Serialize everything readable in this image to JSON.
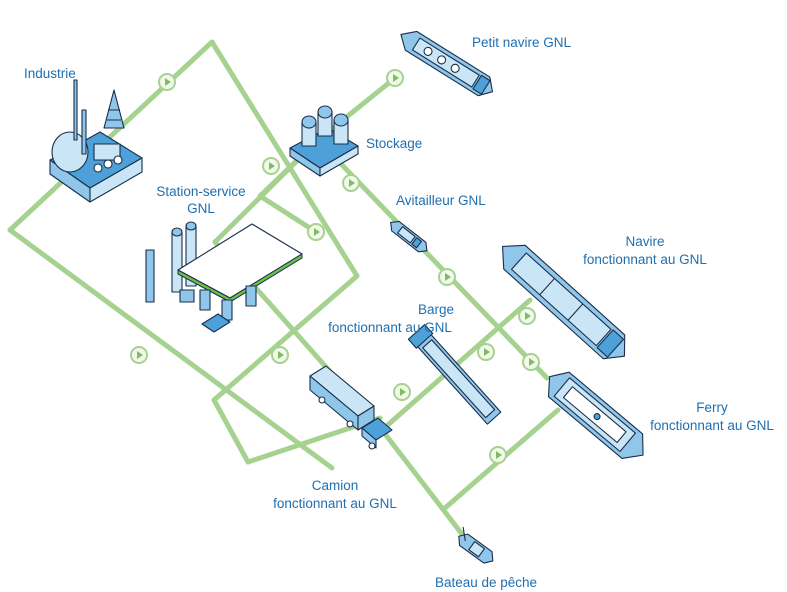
{
  "labels": {
    "industrie": "Industrie",
    "petit_navire": "Petit navire GNL",
    "stockage": "Stockage",
    "station_l1": "Station-service",
    "station_l2": "GNL",
    "avitailleur": "Avitailleur GNL",
    "navire_l1": "Navire",
    "navire_l2": "fonctionnant au GNL",
    "barge_l1": "Barge",
    "barge_l2": "fonctionnant au GNL",
    "ferry_l1": "Ferry",
    "ferry_l2": "fonctionnant au GNL",
    "camion_l1": "Camion",
    "camion_l2": "fonctionnant au GNL",
    "bateau": "Bateau de pêche"
  },
  "colors": {
    "route": "#a6d28f",
    "label": "#1f6fb0",
    "icon_fill": "#8fc6ea",
    "icon_outline": "#1a2e4a"
  },
  "icons": [
    "factory-icon",
    "lng-carrier-ship-icon",
    "storage-tanks-icon",
    "gas-station-icon",
    "bunker-vessel-icon",
    "lng-ship-icon",
    "barge-icon",
    "ferry-icon",
    "truck-icon",
    "fishing-boat-icon",
    "flow-arrow-icon"
  ]
}
